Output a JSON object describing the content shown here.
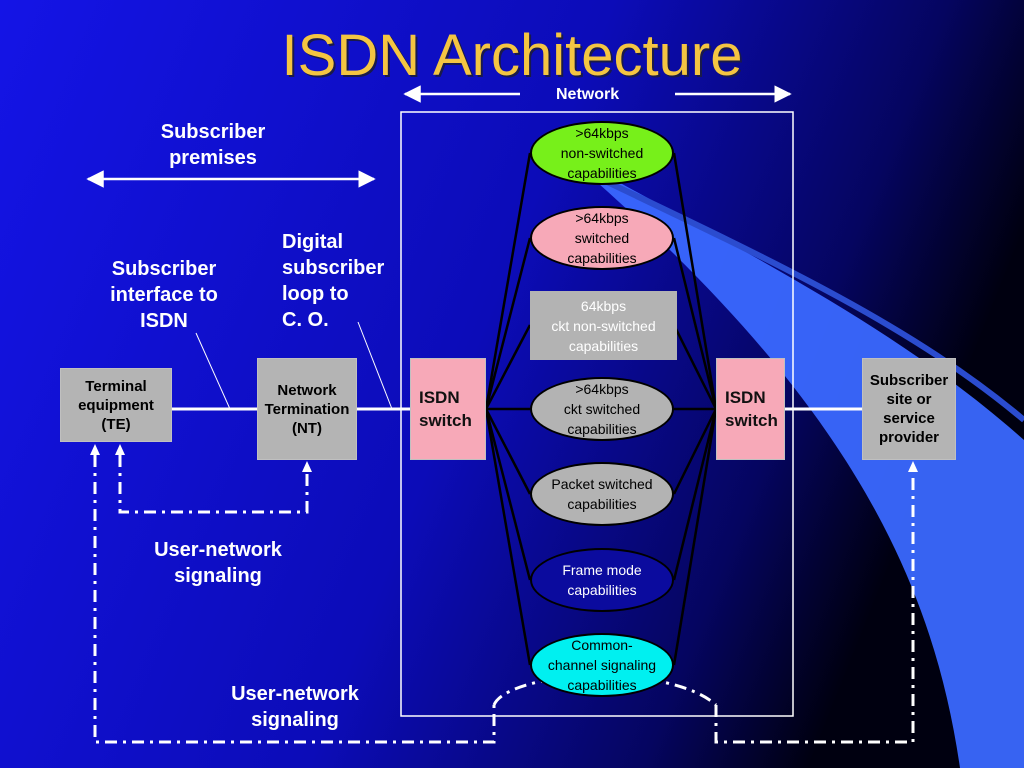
{
  "title": "ISDN Architecture",
  "network_label": "Network",
  "subscriber_premises": "Subscriber\npremises",
  "subscriber_interface": "Subscriber\ninterface to\nISDN",
  "digital_loop": "Digital\nsubscriber\nloop to\nC. O.",
  "te": "Terminal\nequipment\n(TE)",
  "nt": "Network\nTermination\n(NT)",
  "isdn_switch_left": "ISDN\nswitch",
  "isdn_switch_right": "ISDN\nswitch",
  "provider": "Subscriber\nsite or\nservice\nprovider",
  "user_signaling_1": "User-network\nsignaling",
  "user_signaling_2": "User-network\nsignaling",
  "capabilities": [
    {
      "text": ">64kbps\nnon-switched\ncapabilities",
      "color": "#77f01a"
    },
    {
      "text": ">64kbps\nswitched\ncapabilities",
      "color": "#f7a9b8"
    },
    {
      "text": "64kbps\nckt non-switched\ncapabilities",
      "color": "#b3b3b3"
    },
    {
      "text": ">64kbps\nckt switched\ncapabilities",
      "color": "#b3b3b3"
    },
    {
      "text": "Packet switched\ncapabilities",
      "color": "#b3b3b3"
    },
    {
      "text": "Frame mode\ncapabilities",
      "color": "#0b0b9e"
    },
    {
      "text": "Common-\nchannel signaling\ncapabilities",
      "color": "#00f0f0"
    }
  ],
  "colors": {
    "background_top": "#1515e0",
    "background_dark": "#02021a",
    "title": "#f4c542",
    "accent_blue": "#3a68ff"
  }
}
